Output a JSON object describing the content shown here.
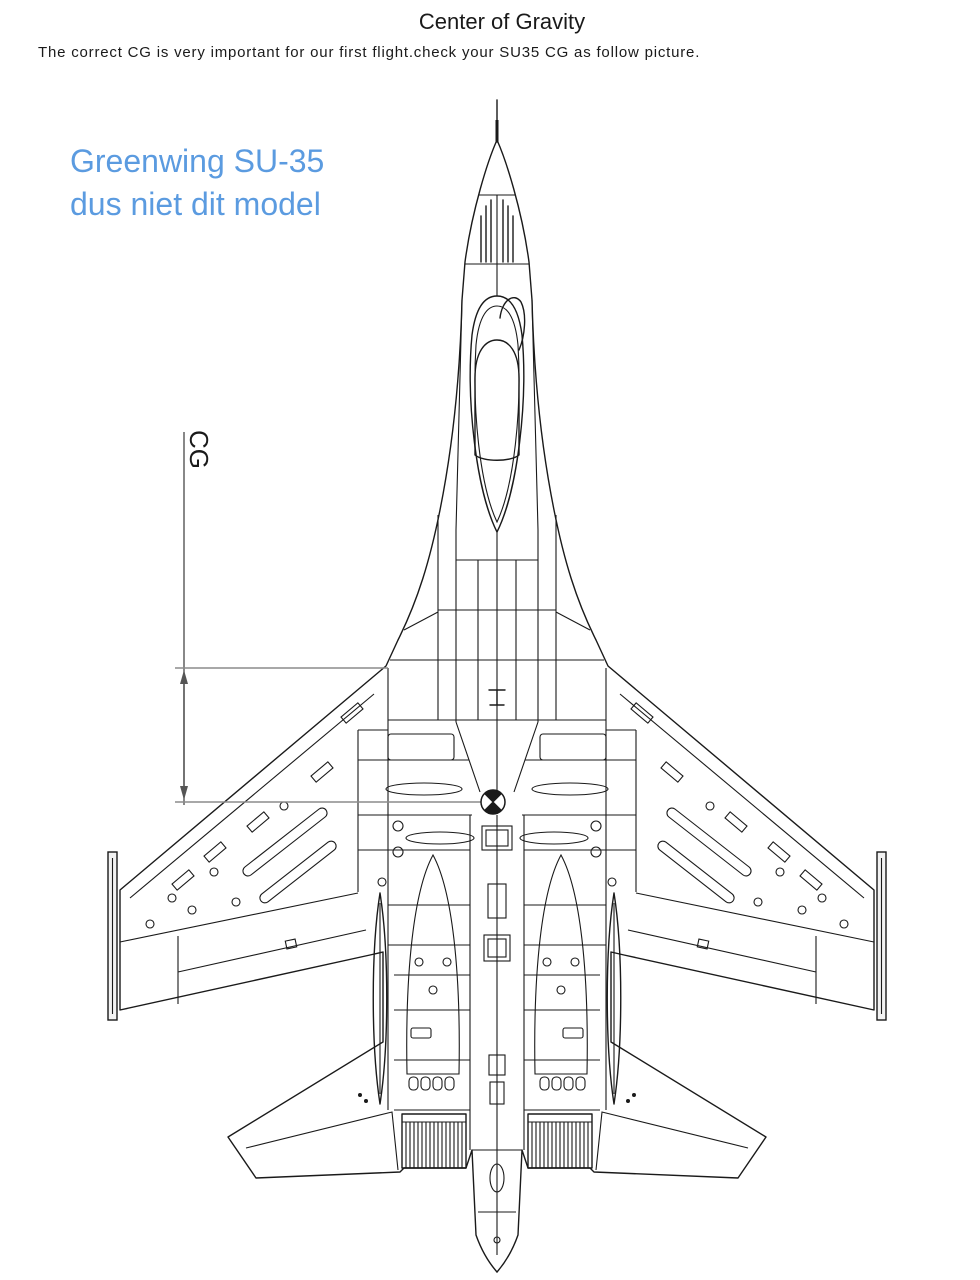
{
  "header": {
    "title": "Center of Gravity",
    "instruction": "The correct CG is very important for our first flight.check your SU35 CG as follow picture."
  },
  "annotation": {
    "line1": "Greenwing SU-35",
    "line2": "dus niet dit model",
    "color": "#5B9BE0"
  },
  "cg": {
    "label": "CG",
    "marker_icon": "cg-target-icon"
  },
  "colors": {
    "ink": "#1a1a1a",
    "guide": "#8c8c8c",
    "background": "#ffffff"
  }
}
